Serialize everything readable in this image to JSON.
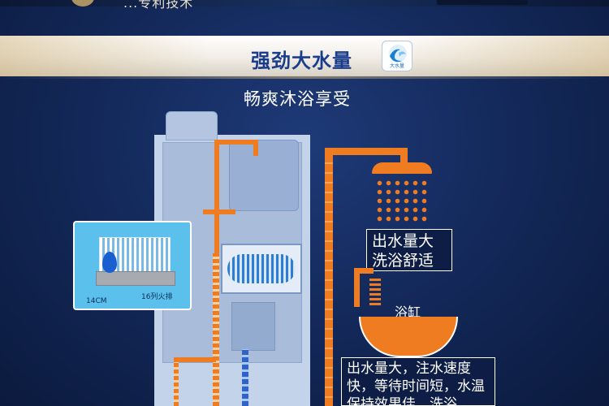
{
  "header": {
    "brand_text": "...专利技术"
  },
  "banner": {
    "title": "强劲大水量",
    "badge_text": "大水量",
    "accent_color": "#1a3c8c"
  },
  "subtitle": "畅爽沐浴享受",
  "inset": {
    "width_label": "14CM",
    "rows_label": "16列火排"
  },
  "callouts": {
    "flow_box": "出水量大 洗浴舒适",
    "tub_label": "浴缸",
    "desc_box": "出水量大，注水速度快，等待时间短，水温保持效果佳，洗浴"
  },
  "colors": {
    "pipe": "#f07c22",
    "background": "#142a5c",
    "heater": "#a9bddb",
    "cold_water": "#2f63c8"
  }
}
